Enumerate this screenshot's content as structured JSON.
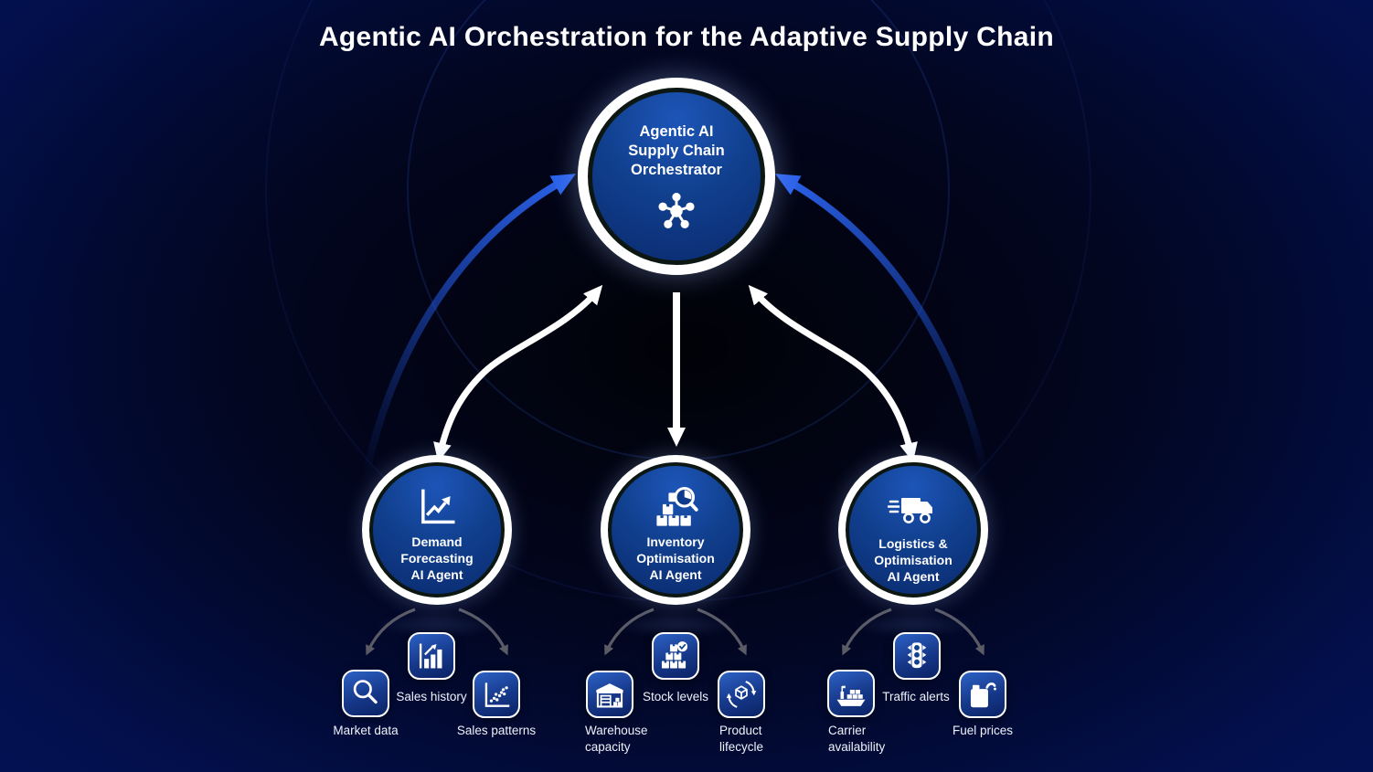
{
  "title": "Agentic AI Orchestration for the Adaptive Supply Chain",
  "orchestrator": {
    "label": "Agentic AI\nSupply Chain\nOrchestrator",
    "icon": "network-hub-icon"
  },
  "agents": [
    {
      "id": "demand-forecasting",
      "label": "Demand\nForecasting\nAI Agent",
      "icon": "trend-line-chart-icon",
      "inputs": [
        {
          "label": "Market data",
          "icon": "magnifier-icon"
        },
        {
          "label": "Sales history",
          "icon": "bar-chart-growth-icon"
        },
        {
          "label": "Sales patterns",
          "icon": "scatter-plot-icon"
        }
      ]
    },
    {
      "id": "inventory-optimisation",
      "label": "Inventory\nOptimisation\nAI Agent",
      "icon": "boxes-magnifier-icon",
      "inputs": [
        {
          "label": "Warehouse\ncapacity",
          "icon": "warehouse-icon"
        },
        {
          "label": "Stock levels",
          "icon": "stacked-boxes-check-icon"
        },
        {
          "label": "Product\nlifecycle",
          "icon": "box-recycle-icon"
        }
      ]
    },
    {
      "id": "logistics-optimisation",
      "label": "Logistics &\nOptimisation\nAI Agent",
      "icon": "delivery-truck-icon",
      "inputs": [
        {
          "label": "Carrier\navailability",
          "icon": "cargo-ship-icon"
        },
        {
          "label": "Traffic alerts",
          "icon": "traffic-light-icon"
        },
        {
          "label": "Fuel prices",
          "icon": "fuel-can-icon"
        }
      ]
    }
  ],
  "colors": {
    "background_edge": "#041156",
    "background_center": "#010208",
    "node_fill_top": "#1d55b8",
    "node_fill_bottom": "#0a2a6e",
    "node_ring": "#ffffff",
    "blue_arrow": "#2b62ea",
    "white_arrow": "#ffffff",
    "gray_arrow": "#5b5b66"
  }
}
